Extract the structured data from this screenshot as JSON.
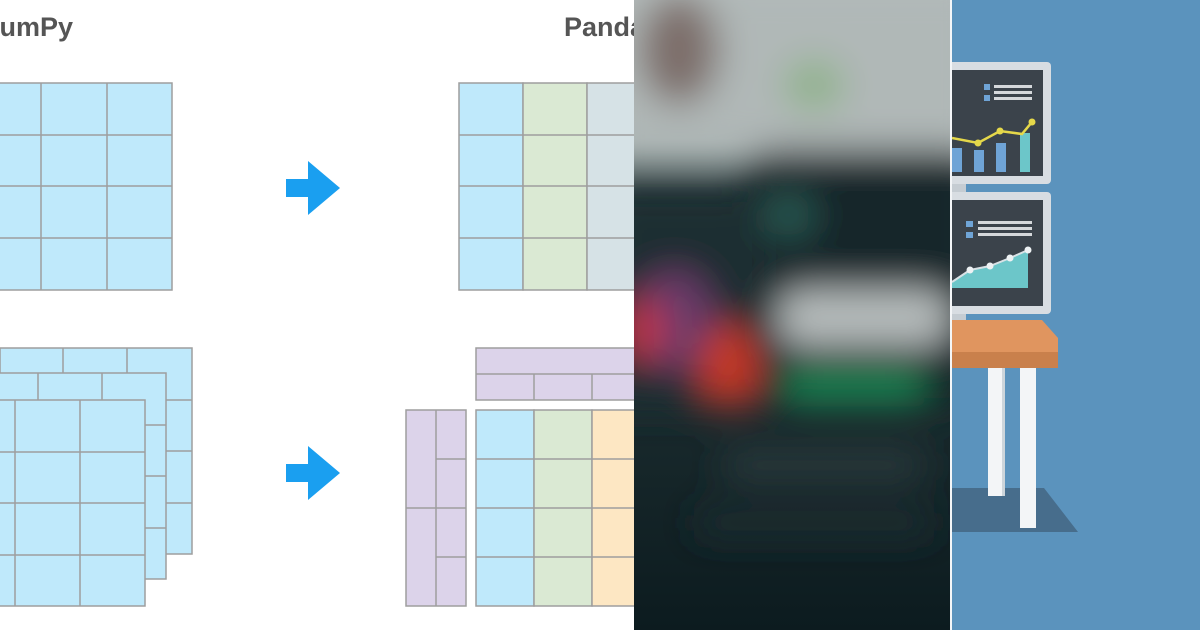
{
  "diagram": {
    "left_title": "NumPy",
    "right_title": "Pandas",
    "colors": {
      "array_cell": "#bfe9fb",
      "grid_line": "#9e9e9e",
      "arrow": "#1a9ff0",
      "index_purple": "#dcd3ea",
      "column_green": "#dae9d3",
      "column_grey": "#d6e2e6",
      "column_orange": "#fde7c3"
    },
    "arrows": [
      {
        "name": "array-to-dataframe-arrow"
      },
      {
        "name": "ndarray-to-panel-arrow"
      }
    ]
  },
  "photo": {
    "description_color": "#0d1e22",
    "accent": "#1e8a56"
  },
  "illustration": {
    "background": "#5b93bd",
    "desk_color": "#e0955f",
    "chart_accent": "#6cc6c9",
    "trend_line": "#e5d84a"
  }
}
